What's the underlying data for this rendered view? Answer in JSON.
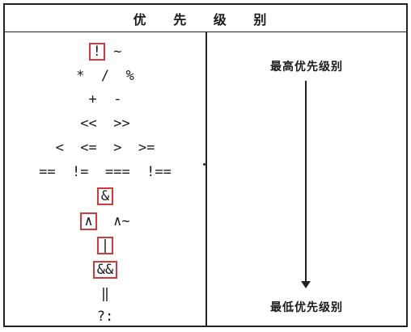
{
  "header": {
    "title": "优 先 级 别"
  },
  "operators": {
    "row1": {
      "boxed": "!",
      "rest": " ~"
    },
    "row2": "*  /  %",
    "row3": "+  -",
    "row4": "<<  >>",
    "row5": "<  <=  >  >=",
    "row6": "==  !=  ===  !==",
    "row7": {
      "boxed": "&"
    },
    "row8": {
      "boxed": "∧",
      "rest": "  ∧~"
    },
    "row9": {
      "boxed": "|"
    },
    "row10": {
      "boxed": "&&"
    },
    "row11": "‖",
    "row12": "?:"
  },
  "priority": {
    "highest": "最高优先级别",
    "lowest": "最低优先级别"
  }
}
